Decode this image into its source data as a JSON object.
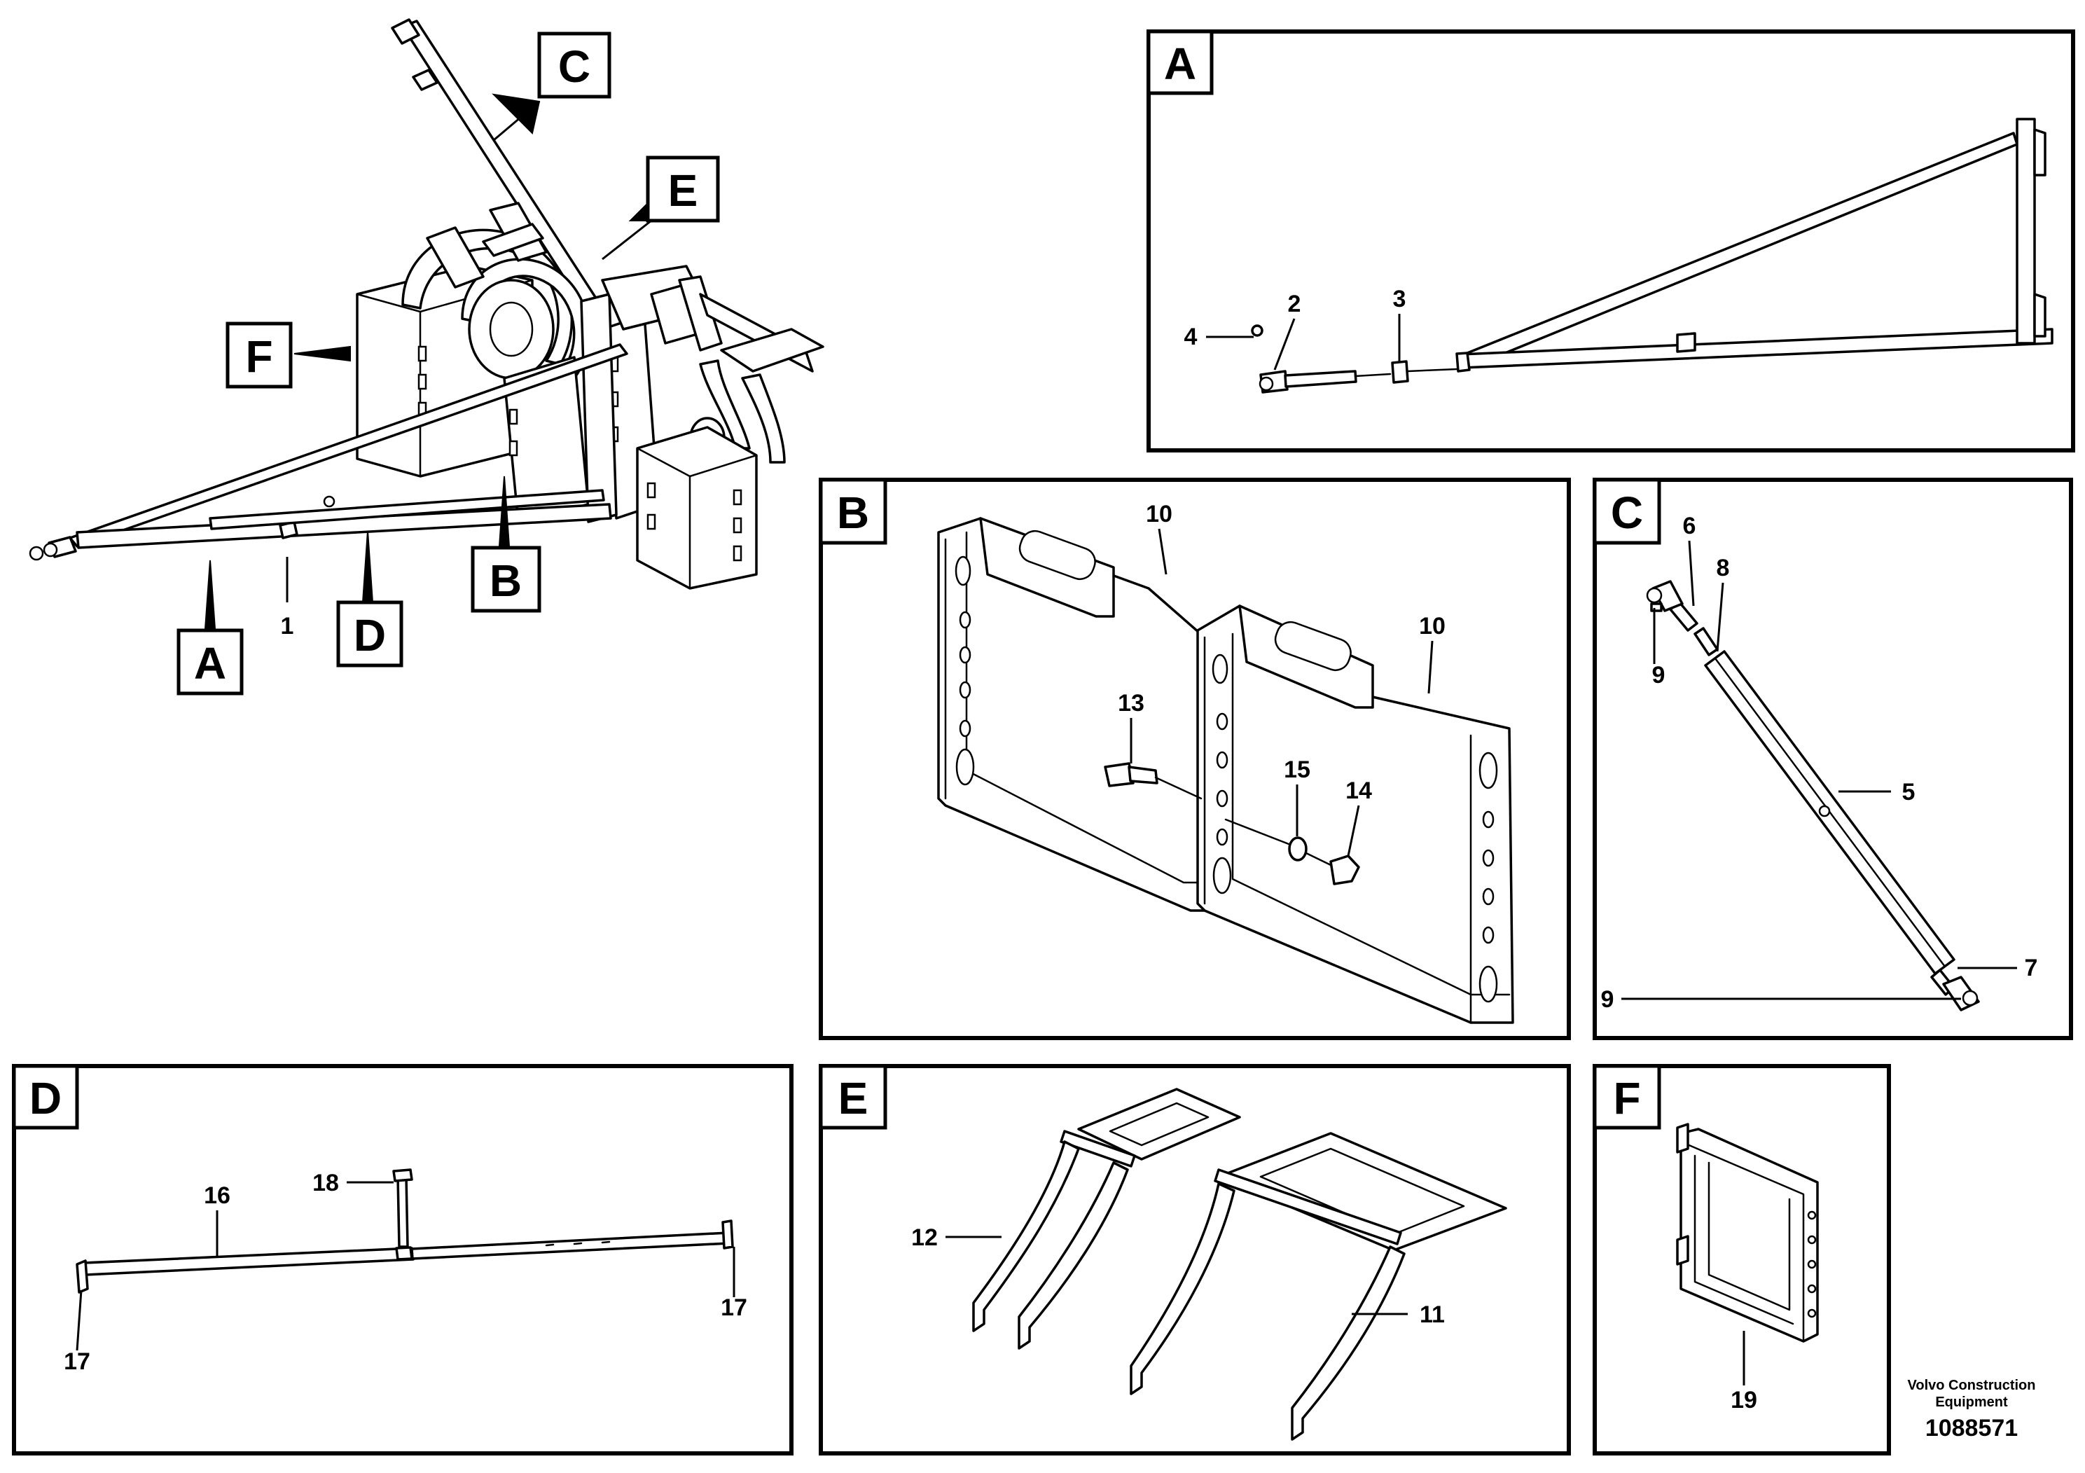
{
  "overview": {
    "section_labels": [
      "C",
      "E",
      "F",
      "B",
      "D",
      "A"
    ],
    "part_number": "1"
  },
  "panels": {
    "A": {
      "label": "A",
      "callouts": [
        "4",
        "2",
        "3"
      ]
    },
    "B": {
      "label": "B",
      "callouts": [
        "10",
        "10",
        "13",
        "15",
        "14"
      ]
    },
    "C": {
      "label": "C",
      "callouts": [
        "6",
        "8",
        "9",
        "5",
        "7",
        "9"
      ]
    },
    "D": {
      "label": "D",
      "callouts": [
        "16",
        "18",
        "17",
        "17"
      ]
    },
    "E": {
      "label": "E",
      "callouts": [
        "12",
        "11"
      ]
    },
    "F": {
      "label": "F",
      "callouts": [
        "19"
      ]
    }
  },
  "footer": {
    "brand_line1": "Volvo Construction",
    "brand_line2": "Equipment",
    "doc_number": "1088571"
  }
}
